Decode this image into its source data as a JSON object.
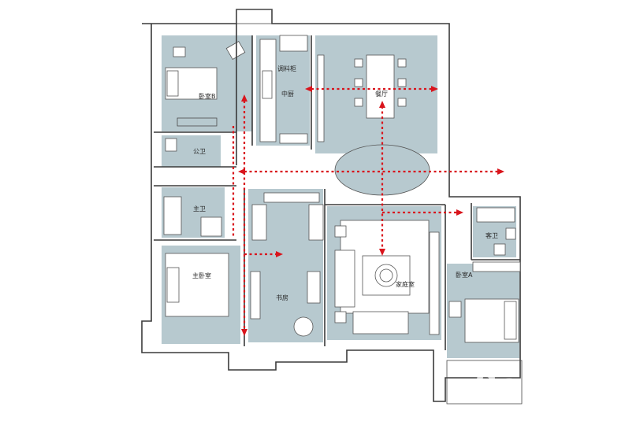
{
  "plan": {
    "rooms": {
      "bedroom_b": "卧室B",
      "spice_cabinet": "调料柜",
      "middle_kitchen": "中厨",
      "dining": "餐厅",
      "public_bath": "公卫",
      "main_bath": "主卫",
      "master_bedroom": "主卧室",
      "study": "书房",
      "family_room": "家庭室",
      "guest_bath": "客卫",
      "bedroom_a": "卧室A"
    },
    "watermark": "Bo",
    "colors": {
      "room_fill": "#b7c9cf",
      "route": "#d9141c",
      "wall": "#3a3a3a"
    }
  }
}
